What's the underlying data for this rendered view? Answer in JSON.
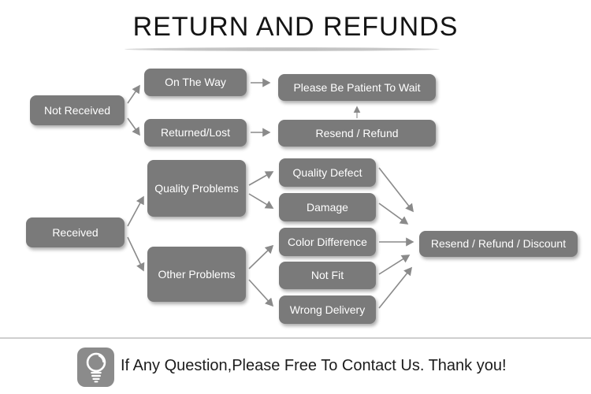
{
  "title": "RETURN AND REFUNDS",
  "flowchart": {
    "nodes": {
      "not_received": "Not Received",
      "on_the_way": "On The Way",
      "returned_lost": "Returned/Lost",
      "please_wait": "Please Be Patient To Wait",
      "resend_refund": "Resend / Refund",
      "received": "Received",
      "quality_problems": "Quality Problems",
      "other_problems": "Other Problems",
      "quality_defect": "Quality Defect",
      "damage": "Damage",
      "color_difference": "Color Difference",
      "not_fit": "Not Fit",
      "wrong_delivery": "Wrong Delivery",
      "resend_refund_discount": "Resend / Refund / Discount"
    },
    "edges": [
      {
        "from": "not_received",
        "to": "on_the_way"
      },
      {
        "from": "not_received",
        "to": "returned_lost"
      },
      {
        "from": "on_the_way",
        "to": "please_wait"
      },
      {
        "from": "returned_lost",
        "to": "resend_refund"
      },
      {
        "from": "resend_refund",
        "to": "please_wait"
      },
      {
        "from": "received",
        "to": "quality_problems"
      },
      {
        "from": "received",
        "to": "other_problems"
      },
      {
        "from": "quality_problems",
        "to": "quality_defect"
      },
      {
        "from": "quality_problems",
        "to": "damage"
      },
      {
        "from": "other_problems",
        "to": "color_difference"
      },
      {
        "from": "other_problems",
        "to": "wrong_delivery"
      },
      {
        "from": "quality_defect",
        "to": "resend_refund_discount"
      },
      {
        "from": "damage",
        "to": "resend_refund_discount"
      },
      {
        "from": "color_difference",
        "to": "resend_refund_discount"
      },
      {
        "from": "not_fit",
        "to": "resend_refund_discount"
      },
      {
        "from": "wrong_delivery",
        "to": "resend_refund_discount"
      }
    ]
  },
  "footer": {
    "icon": "lightbulb-icon",
    "message": "If Any Question,Please Free To Contact Us. Thank you!"
  },
  "colors": {
    "background": "#ffffff",
    "box_fill": "#7a7a7a",
    "box_text": "#ffffff",
    "arrow": "#8a8a8a",
    "divider": "#cfcfcf",
    "icon_fill": "#8b8b8b",
    "title_text": "#141414",
    "footer_text": "#1c1c1c"
  }
}
